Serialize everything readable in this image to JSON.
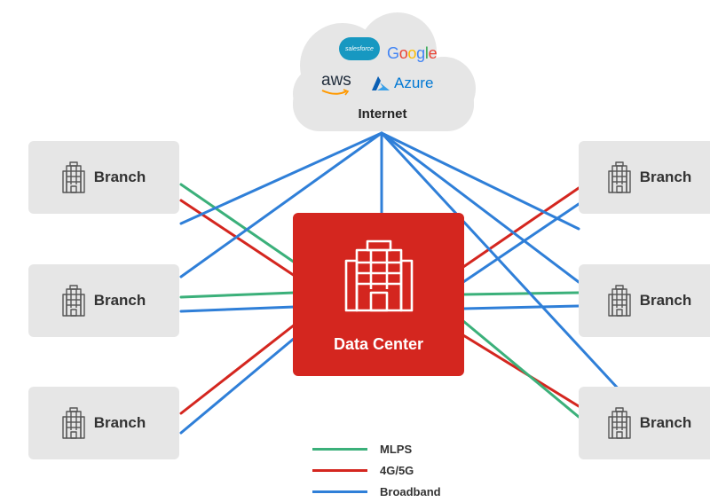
{
  "cloud": {
    "label": "Internet",
    "logos": [
      {
        "name": "salesforce",
        "text": "salesforce",
        "color": "#1798c1"
      },
      {
        "name": "google",
        "text": "Google"
      },
      {
        "name": "aws",
        "text": "aws"
      },
      {
        "name": "azure",
        "text": "Azure",
        "color": "#0078d4"
      }
    ]
  },
  "data_center": {
    "label": "Data Center",
    "color": "#d4261f"
  },
  "branches": {
    "left": [
      {
        "label": "Branch"
      },
      {
        "label": "Branch"
      },
      {
        "label": "Branch"
      }
    ],
    "right": [
      {
        "label": "Branch"
      },
      {
        "label": "Branch"
      },
      {
        "label": "Branch"
      }
    ]
  },
  "legend": [
    {
      "label": "MLPS",
      "color": "#3bb07a"
    },
    {
      "label": "4G/5G",
      "color": "#d4261f"
    },
    {
      "label": "Broadband",
      "color": "#2f7fd8"
    }
  ],
  "icons": {
    "branch": "office-building-icon",
    "data_center": "data-center-building-icon"
  }
}
